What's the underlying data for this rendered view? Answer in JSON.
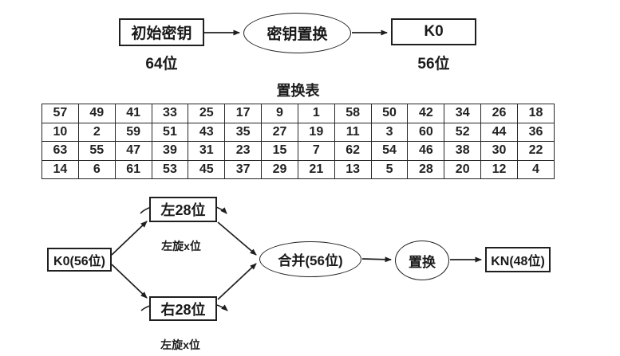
{
  "top_flow": {
    "initial_key_label": "初始密钥",
    "initial_key_bits": "64位",
    "key_permutation_label": "密钥置换",
    "k0_label": "K0",
    "k0_bits": "56位"
  },
  "permutation_table": {
    "title": "置换表",
    "rows": [
      [
        57,
        49,
        41,
        33,
        25,
        17,
        9,
        1,
        58,
        50,
        42,
        34,
        26,
        18
      ],
      [
        10,
        2,
        59,
        51,
        43,
        35,
        27,
        19,
        11,
        3,
        60,
        52,
        44,
        36
      ],
      [
        63,
        55,
        47,
        39,
        31,
        23,
        15,
        7,
        62,
        54,
        46,
        38,
        30,
        22
      ],
      [
        14,
        6,
        61,
        53,
        45,
        37,
        29,
        21,
        13,
        5,
        28,
        20,
        12,
        4
      ]
    ]
  },
  "key_schedule_flow": {
    "k0_label": "K0(56位)",
    "left_half_label": "左28位",
    "left_rotate_label": "左旋x位",
    "right_half_label": "右28位",
    "right_rotate_label": "左旋x位",
    "merge_label": "合并(56位)",
    "permute_label": "置换",
    "kn_label": "KN(48位)"
  },
  "colors": {
    "stroke": "#1f1f1f",
    "background": "#ffffff",
    "text": "#1a1a1a"
  }
}
